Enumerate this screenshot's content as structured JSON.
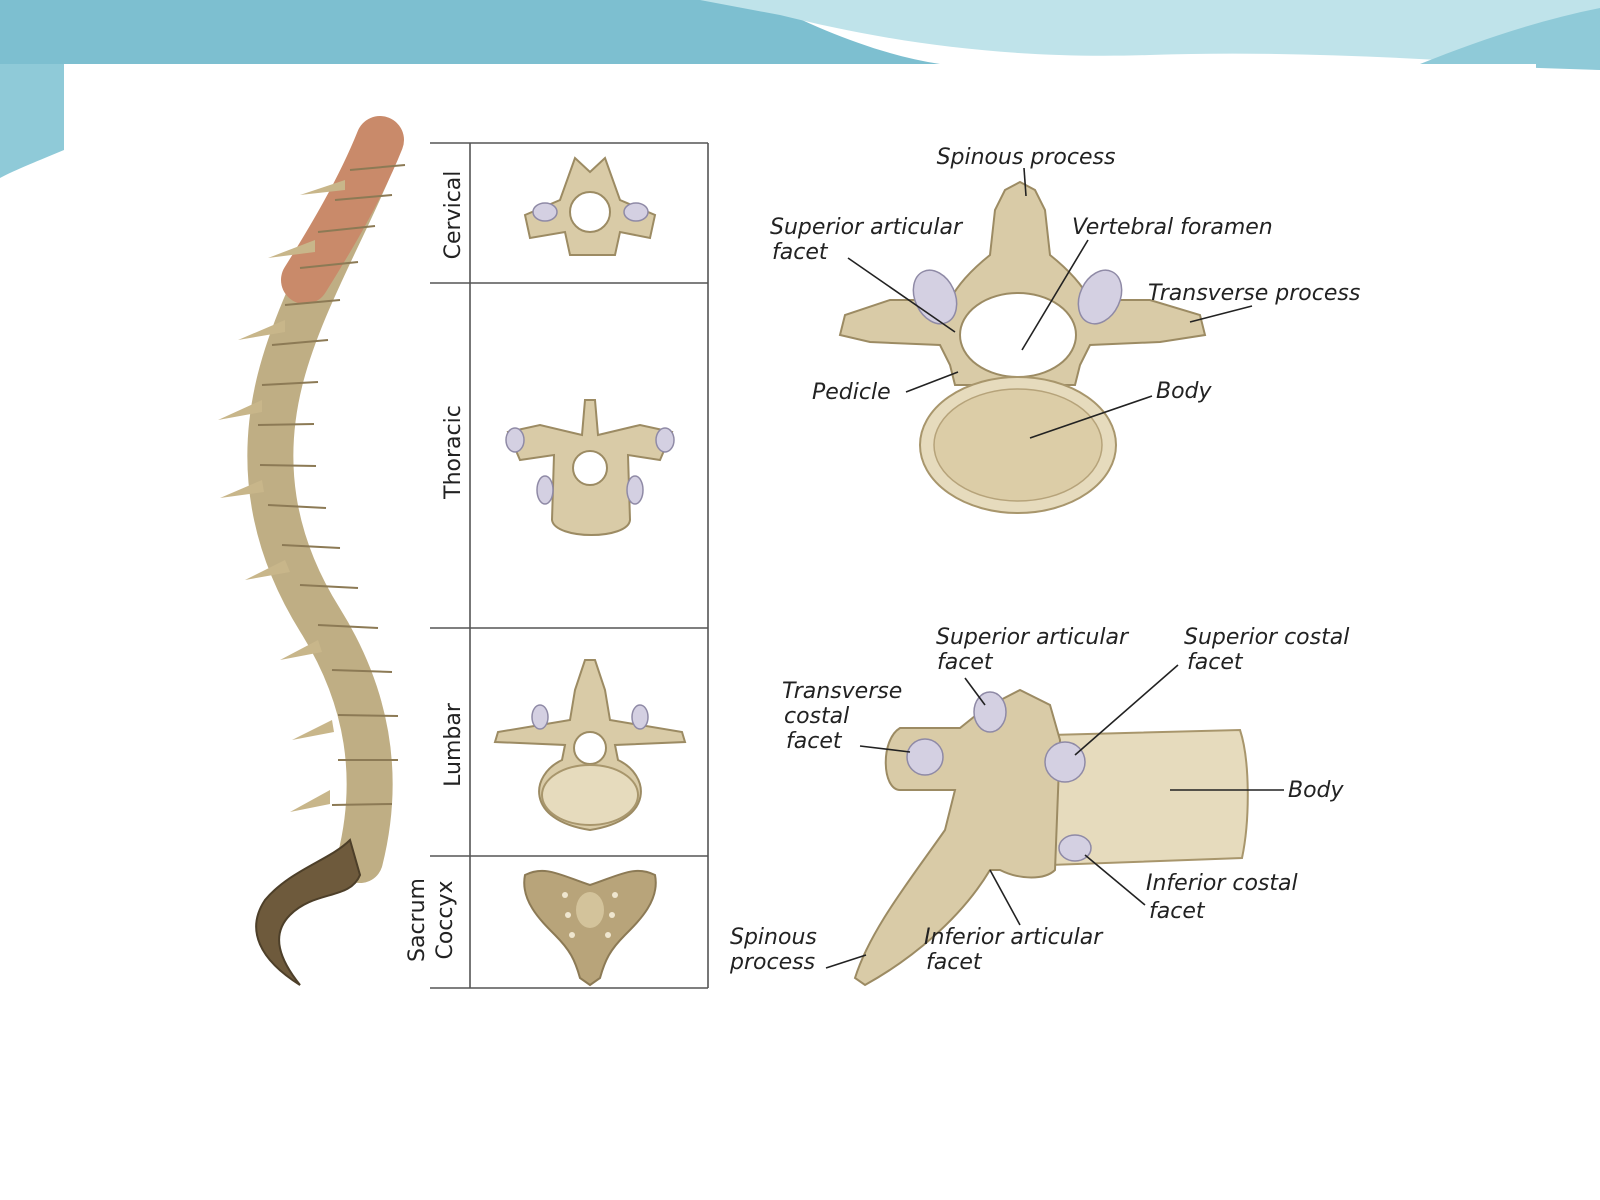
{
  "theme": {
    "accent_dark": "#6fb6c8",
    "accent_light": "#bfe3ea",
    "bone": "#d9cba7",
    "bone_cervical": "#c98a6a",
    "bone_sacrum": "#6e5a3c",
    "facet": "#d4d0e2"
  },
  "regions": {
    "cervical": "Cervical",
    "thoracic": "Thoracic",
    "lumbar": "Lumbar",
    "sacrum": "Sacrum",
    "coccyx": "Coccyx"
  },
  "top_view": {
    "spinous_process": "Spinous process",
    "superior_articular_1": "Superior articular",
    "superior_articular_2": "facet",
    "vertebral_foramen": "Vertebral foramen",
    "transverse_process": "Transverse process",
    "pedicle": "Pedicle",
    "body": "Body"
  },
  "side_view": {
    "superior_articular_1": "Superior articular",
    "superior_articular_2": "facet",
    "superior_costal_1": "Superior costal",
    "superior_costal_2": "facet",
    "transverse_costal_1": "Transverse",
    "transverse_costal_2": "costal",
    "transverse_costal_3": "facet",
    "body": "Body",
    "inferior_costal_1": "Inferior costal",
    "inferior_costal_2": "facet",
    "spinous_1": "Spinous",
    "spinous_2": "process",
    "inferior_articular_1": "Inferior articular",
    "inferior_articular_2": "facet"
  }
}
